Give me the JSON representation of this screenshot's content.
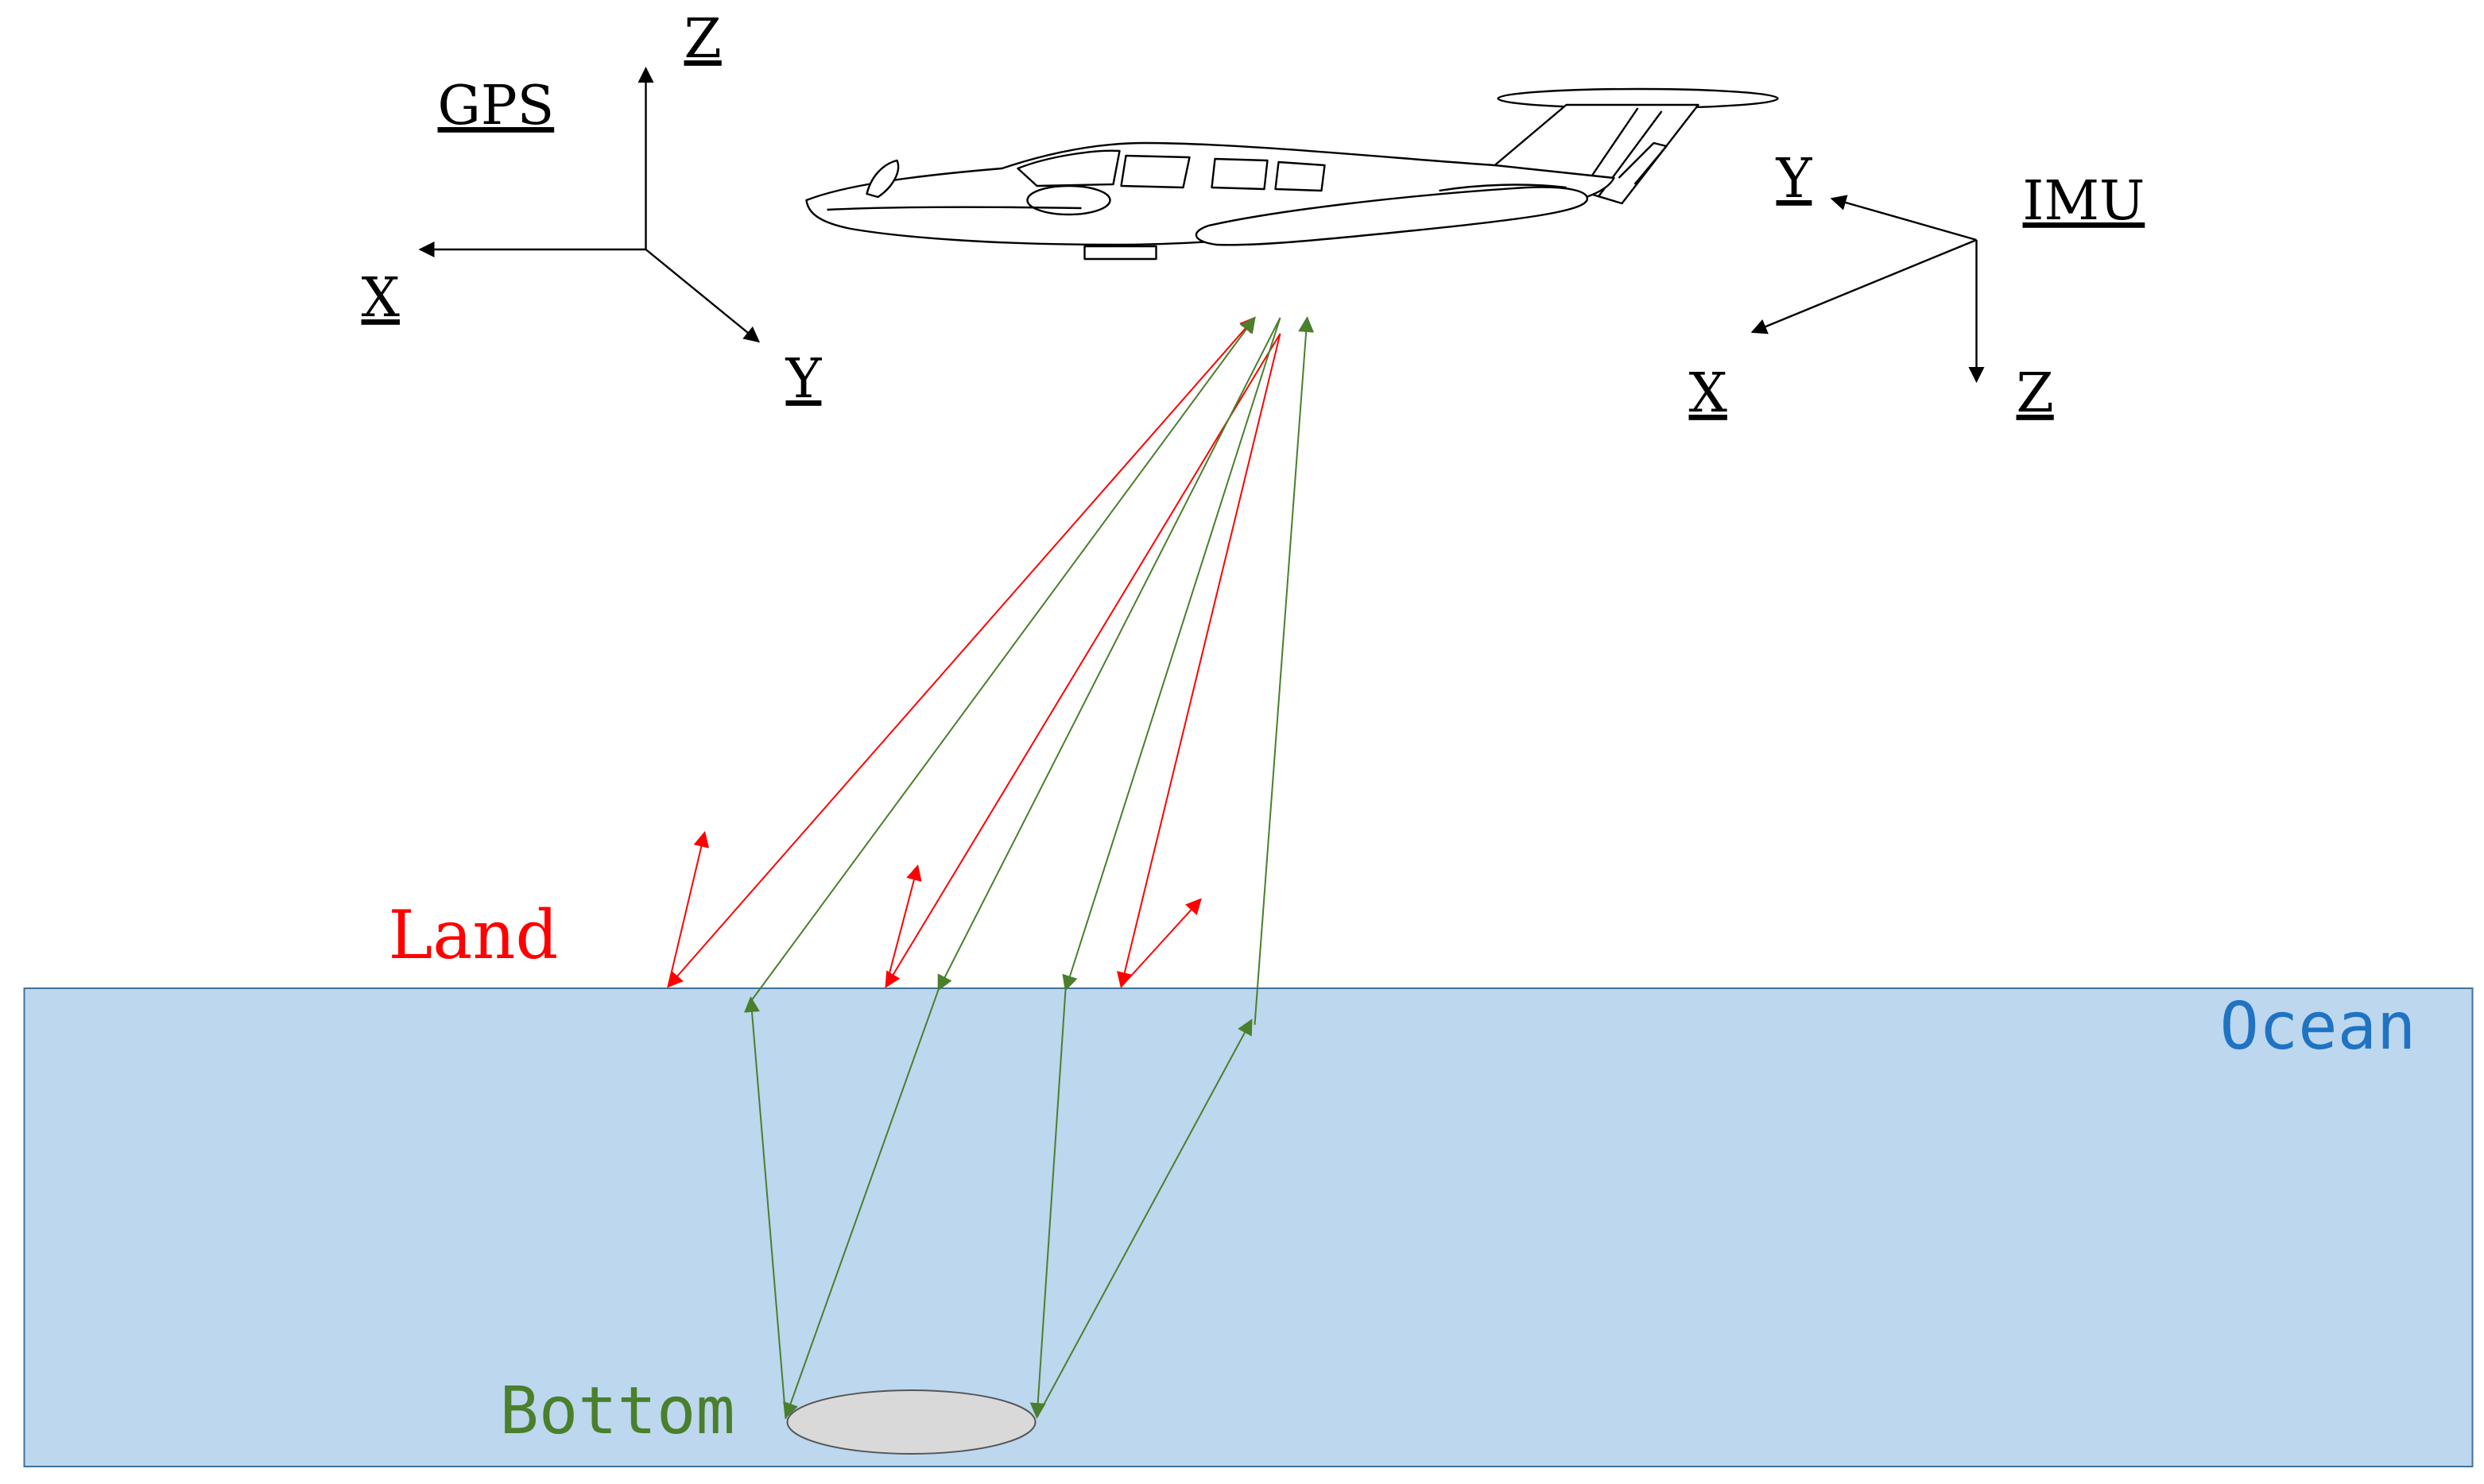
{
  "labels": {
    "gps": "GPS",
    "imu": "IMU",
    "land": "Land",
    "ocean": "Ocean",
    "bottom": "Bottom"
  },
  "gps_axes": {
    "x": "X",
    "y": "Y",
    "z": "Z"
  },
  "imu_axes": {
    "x": "X",
    "y": "Y",
    "z": "Z"
  },
  "colors": {
    "land": "#ff0000",
    "ocean_text": "#1f73c2",
    "bottom_text": "#4a7f2c",
    "water_fill": "#bdd7ee",
    "water_stroke": "#41719c",
    "ray_red": "#ff0000",
    "ray_green": "#4a7f2c",
    "footprint_fill": "#d9d9d9",
    "axis": "#000000"
  },
  "icons": {
    "aircraft": "airplane-icon"
  }
}
